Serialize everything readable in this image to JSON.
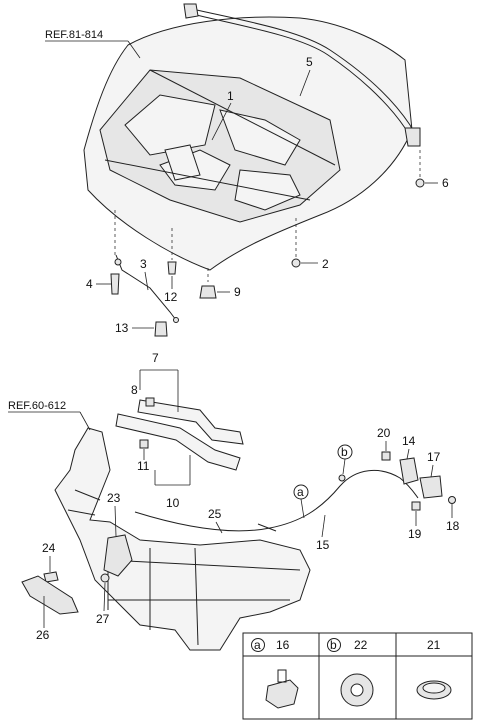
{
  "references": {
    "hood_ref": "REF.81-814",
    "front_end_ref": "REF.60-612"
  },
  "callouts": {
    "c1": "1",
    "c2": "2",
    "c3": "3",
    "c4": "4",
    "c5": "5",
    "c6": "6",
    "c7": "7",
    "c8": "8",
    "c9": "9",
    "c10": "10",
    "c11": "11",
    "c12": "12",
    "c13": "13",
    "c14": "14",
    "c15": "15",
    "c17": "17",
    "c18": "18",
    "c19": "19",
    "c20": "20",
    "c23": "23",
    "c24": "24",
    "c25": "25",
    "c26": "26",
    "c27": "27"
  },
  "markers": {
    "a": "a",
    "b": "b"
  },
  "legend_table": {
    "col_a": {
      "marker": "a",
      "part": "16"
    },
    "col_b": {
      "marker": "b",
      "part": "22"
    },
    "col_c": {
      "part": "21"
    }
  }
}
